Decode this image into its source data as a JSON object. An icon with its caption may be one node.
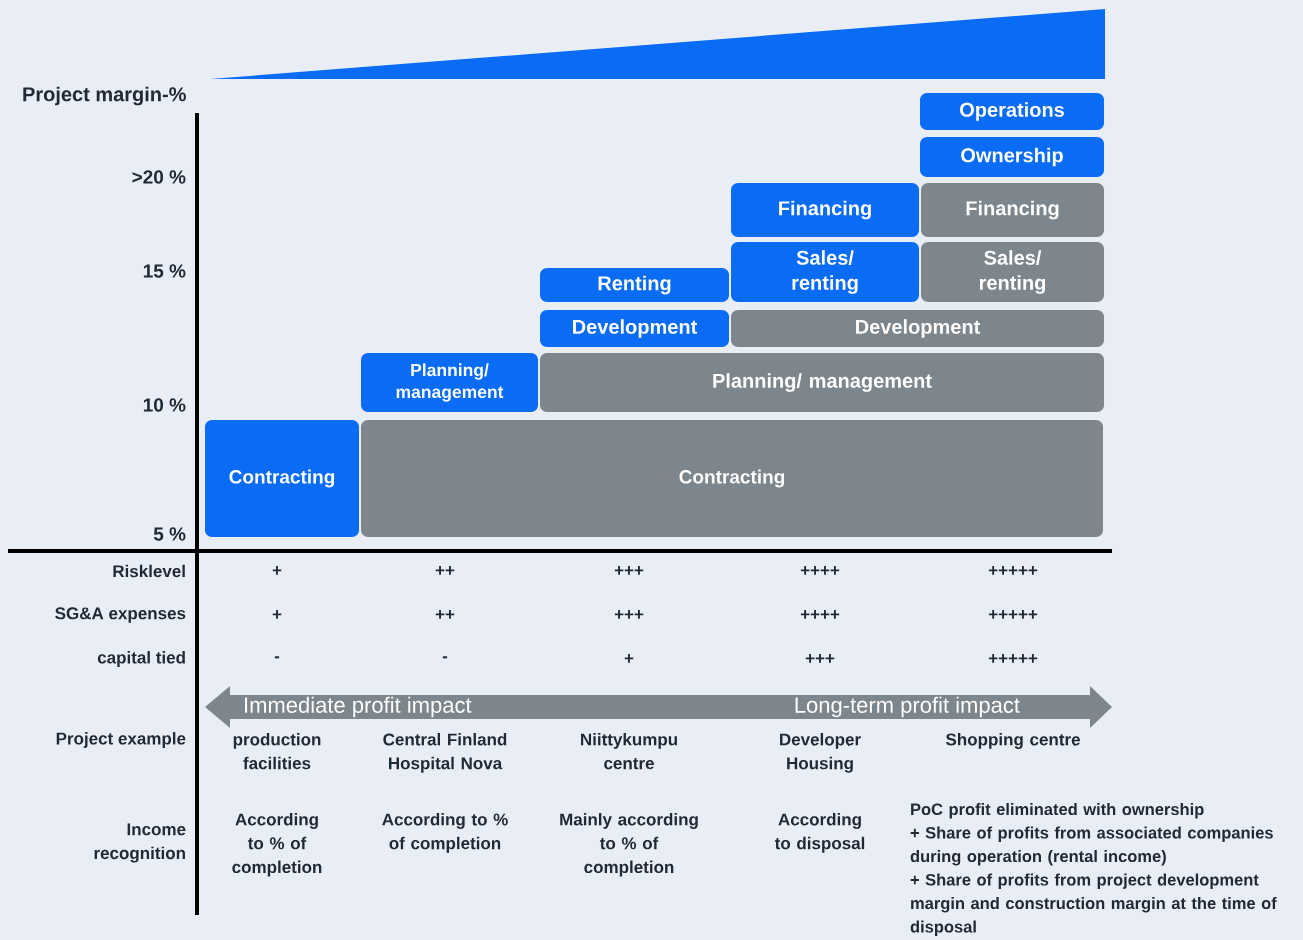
{
  "diagram": {
    "nodes": [
      {
        "text": [
          "Operations"
        ]
      },
      {
        "text": [
          "Ownership"
        ]
      },
      {
        "text": [
          "Financing"
        ]
      },
      {
        "text": [
          "Financing"
        ]
      },
      {
        "text": [
          "Renting"
        ]
      },
      {
        "text": [
          "Sales/ renting"
        ]
      },
      {
        "text": [
          "Sales/ renting"
        ]
      },
      {
        "text": [
          "Development"
        ]
      },
      {
        "text": [
          "Development"
        ]
      },
      {
        "text": [
          "Planning/ management"
        ]
      },
      {
        "text": [
          "Planning/ management"
        ]
      },
      {
        "text": [
          "Contracting"
        ]
      },
      {
        "text": [
          "Contracting"
        ]
      },
      {
        "text": [
          "Immediate profit impact",
          "Long-term profit impact"
        ]
      }
    ],
    "labels": [
      "Project margin-%",
      ">20 %",
      "15 %",
      "10 %",
      "5 %",
      "Risklevel",
      "+",
      "++",
      "+++",
      "++++",
      "+++++",
      "SG&A expenses",
      "+",
      "++",
      "+++",
      "++++",
      "+++++",
      "capital tied",
      "-",
      "-",
      "+",
      "+++",
      "+++++",
      "Project example",
      "production facilities",
      "Central Finland Hospital Nova",
      "Niittykumpu centre",
      "Developer Housing",
      "Shopping centre",
      "Income recognition",
      "According to % of completion",
      "According to % of completion",
      "Mainly according to % of completion",
      "According to disposal",
      "PoC profit eliminated with ownership",
      "+ Share of profits from associated companies during operation (rental income)",
      "+ Share of profits from project development margin and construction margin at the time of disposal"
    ]
  }
}
